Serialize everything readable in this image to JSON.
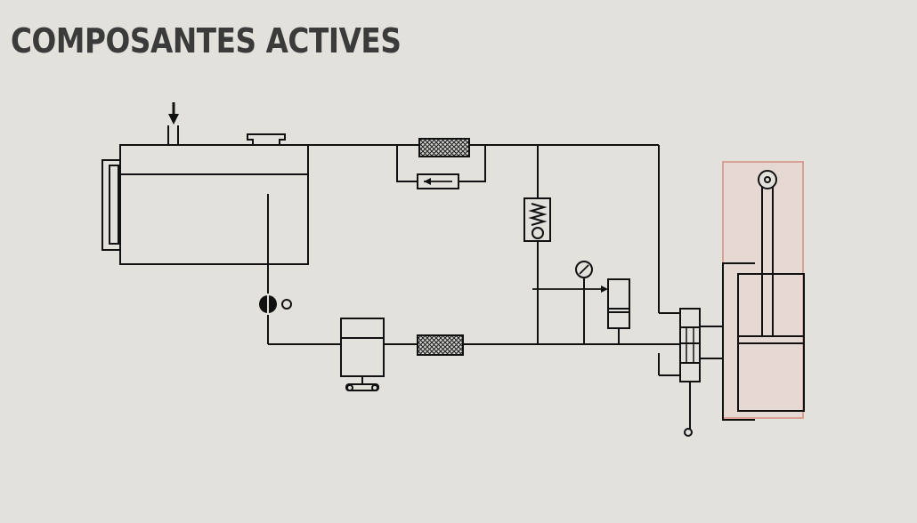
{
  "slide": {
    "title": "COMPOSANTES ACTIVES"
  },
  "colors": {
    "background": "#e3e1dc",
    "line": "#111111",
    "title": "#3b3b3b",
    "highlight_fill": "#e7d6d2",
    "highlight_border": "#d9a096",
    "filter_fill": "#555555"
  },
  "diagram": {
    "components": [
      "reservoir",
      "filler-cap",
      "return-filter",
      "check-valve",
      "relief-valve",
      "pressure-gauge",
      "accumulator",
      "pump",
      "pressure-filter",
      "directional-valve",
      "hydraulic-cylinder"
    ],
    "highlighted_component": "hydraulic-cylinder"
  }
}
